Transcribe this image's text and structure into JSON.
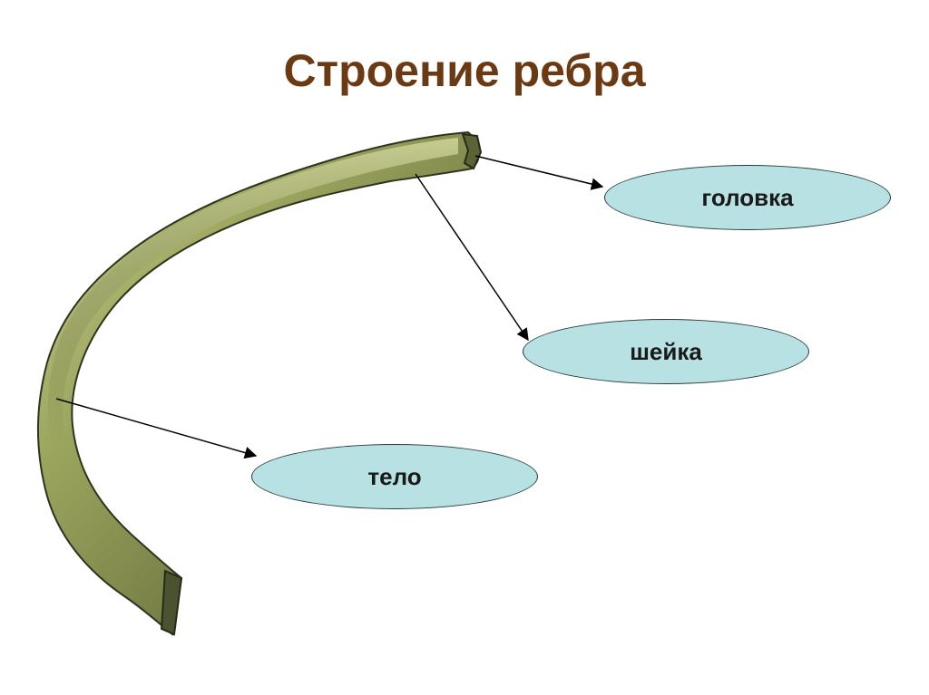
{
  "title": "Строение ребра",
  "labels": {
    "head": "головка",
    "neck": "шейка",
    "body": "тело"
  },
  "colors": {
    "title": "#6b3a13",
    "label_fill": "#b7e1e3",
    "bone": "#8c9a5a"
  }
}
